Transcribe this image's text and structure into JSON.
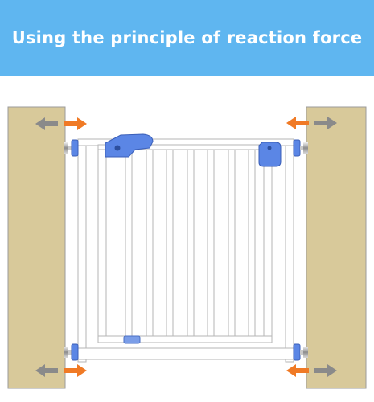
{
  "banner": {
    "headline": "Using the principle of reaction force",
    "background_color": "#5fb6f0",
    "text_color": "#ffffff"
  },
  "illustration": {
    "subject": "pressure-mounted safety gate",
    "wall_color": "#d8c99a",
    "gate_color": "#ffffff",
    "accent_color": "#5b86e5",
    "reaction_arrow_color": "#8a8a8a",
    "force_arrow_color": "#f07a25",
    "icons": [
      "wall",
      "gate-frame",
      "gate-bars",
      "latch-handle",
      "hinge-bracket",
      "pressure-spindle",
      "force-arrow",
      "reaction-arrow"
    ]
  }
}
